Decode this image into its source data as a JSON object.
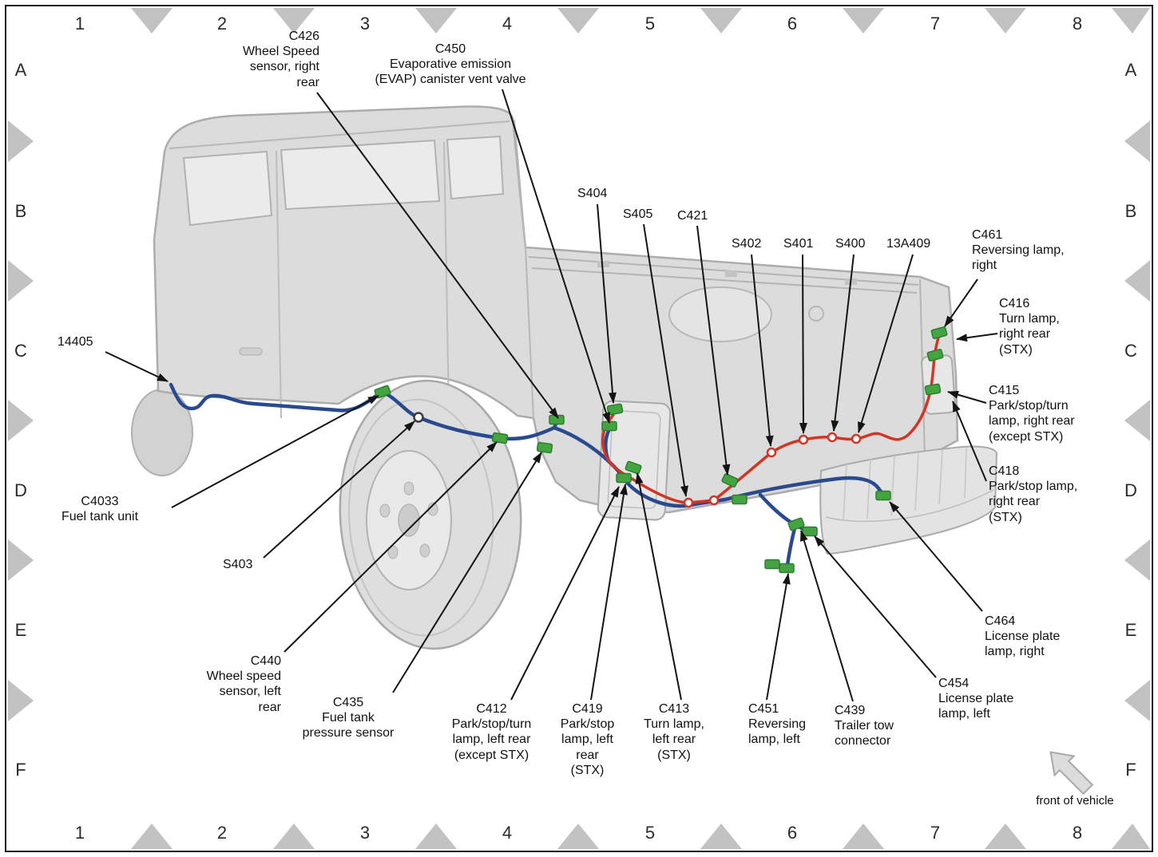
{
  "grid": {
    "cols": [
      "1",
      "2",
      "3",
      "4",
      "5",
      "6",
      "7",
      "8"
    ],
    "rows": [
      "A",
      "B",
      "C",
      "D",
      "E",
      "F"
    ]
  },
  "diagram": {
    "colors": {
      "harness_blue": "#2a4a8f",
      "harness_red": "#d23425",
      "connector_green": "#44a43f",
      "truck_grey": "#dcdcdc",
      "marker_grey": "#c2c2c2"
    },
    "callouts": {
      "c426": {
        "text": "C426\nWheel Speed\nsensor, right\nrear"
      },
      "c450": {
        "text": "C450\nEvaporative emission\n(EVAP) canister vent valve"
      },
      "s404": {
        "text": "S404"
      },
      "s405": {
        "text": "S405"
      },
      "c421": {
        "text": "C421"
      },
      "s402": {
        "text": "S402"
      },
      "s401": {
        "text": "S401"
      },
      "s400": {
        "text": "S400"
      },
      "w13a409": {
        "text": "13A409"
      },
      "c461": {
        "text": "C461\nReversing lamp,\nright"
      },
      "c416": {
        "text": "C416\nTurn lamp,\nright rear\n(STX)"
      },
      "c415": {
        "text": "C415\nPark/stop/turn\nlamp, right rear\n(except STX)"
      },
      "c418": {
        "text": "C418\nPark/stop lamp,\nright rear\n(STX)"
      },
      "c464": {
        "text": "C464\nLicense plate\nlamp, right"
      },
      "c454": {
        "text": "C454\nLicense plate\nlamp, left"
      },
      "c439": {
        "text": "C439\nTrailer tow\nconnector"
      },
      "c451": {
        "text": "C451\nReversing\nlamp, left"
      },
      "c413": {
        "text": "C413\nTurn lamp,\nleft rear\n(STX)"
      },
      "c419": {
        "text": "C419\nPark/stop\nlamp, left\nrear\n(STX)"
      },
      "c412": {
        "text": "C412\nPark/stop/turn\nlamp, left rear\n(except STX)"
      },
      "c435": {
        "text": "C435\nFuel tank\npressure sensor"
      },
      "c440": {
        "text": "C440\nWheel speed\nsensor, left\nrear"
      },
      "c4033": {
        "text": "C4033\nFuel tank unit"
      },
      "s403": {
        "text": "S403"
      },
      "w14405": {
        "text": "14405"
      }
    },
    "front_label": "front of vehicle"
  }
}
